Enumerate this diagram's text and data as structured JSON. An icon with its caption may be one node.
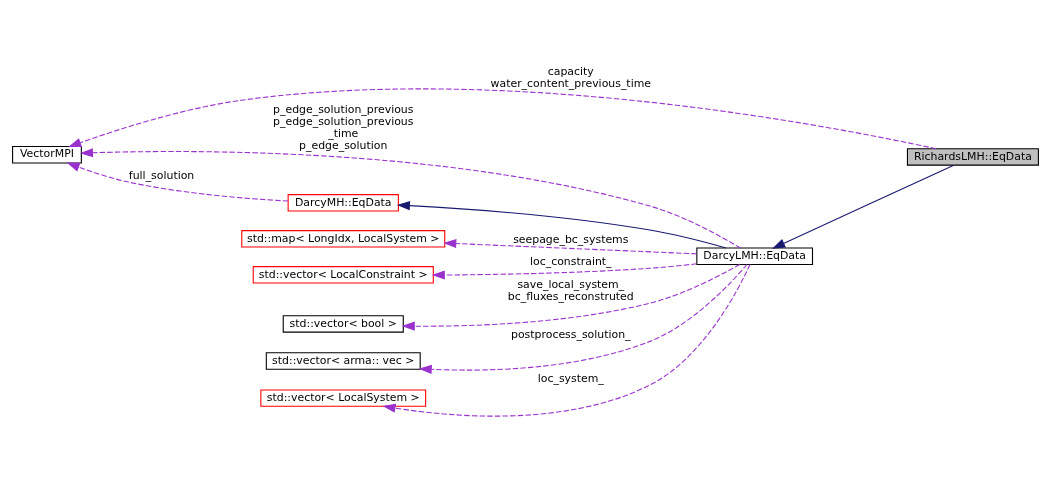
{
  "diagram": {
    "nodes": [
      {
        "text": [
          "VectorMPI"
        ]
      },
      {
        "text": [
          "RichardsLMH::EqData"
        ]
      },
      {
        "text": [
          "DarcyMH::EqData"
        ]
      },
      {
        "text": [
          "std::map< LongIdx, LocalSystem >"
        ]
      },
      {
        "text": [
          "DarcyLMH::EqData"
        ]
      },
      {
        "text": [
          "std::vector< LocalConstraint >"
        ]
      },
      {
        "text": [
          "std::vector< bool >"
        ]
      },
      {
        "text": [
          "std::vector< arma:: vec >"
        ]
      },
      {
        "text": [
          "std::vector< LocalSystem >"
        ]
      }
    ],
    "edges": [
      {
        "from": 1,
        "to": 0,
        "arrow": "to",
        "style": "dashed",
        "label": "capacity water_content_previous_time"
      },
      {
        "from": 1,
        "to": 4,
        "arrow": "to",
        "color": "#191970"
      },
      {
        "from": 4,
        "to": 0,
        "arrow": "to",
        "style": "dashed",
        "label": "p_edge_solution_previous p_edge_solution_previous _time p_edge_solution"
      },
      {
        "from": 2,
        "to": 0,
        "arrow": "to",
        "style": "dashed",
        "label": "full_solution"
      },
      {
        "from": 4,
        "to": 2,
        "arrow": "to",
        "color": "#191970"
      },
      {
        "from": 4,
        "to": 3,
        "arrow": "to",
        "style": "dashed",
        "label": "seepage_bc_systems"
      },
      {
        "from": 4,
        "to": 5,
        "arrow": "to",
        "style": "dashed",
        "label": "loc_constraint_"
      },
      {
        "from": 4,
        "to": 6,
        "arrow": "to",
        "style": "dashed",
        "label": "save_local_system_ bc_fluxes_reconstruted"
      },
      {
        "from": 4,
        "to": 7,
        "arrow": "to",
        "style": "dashed",
        "label": "postprocess_solution_"
      },
      {
        "from": 4,
        "to": 8,
        "arrow": "to",
        "style": "dashed",
        "label": "loc_system_"
      }
    ]
  }
}
